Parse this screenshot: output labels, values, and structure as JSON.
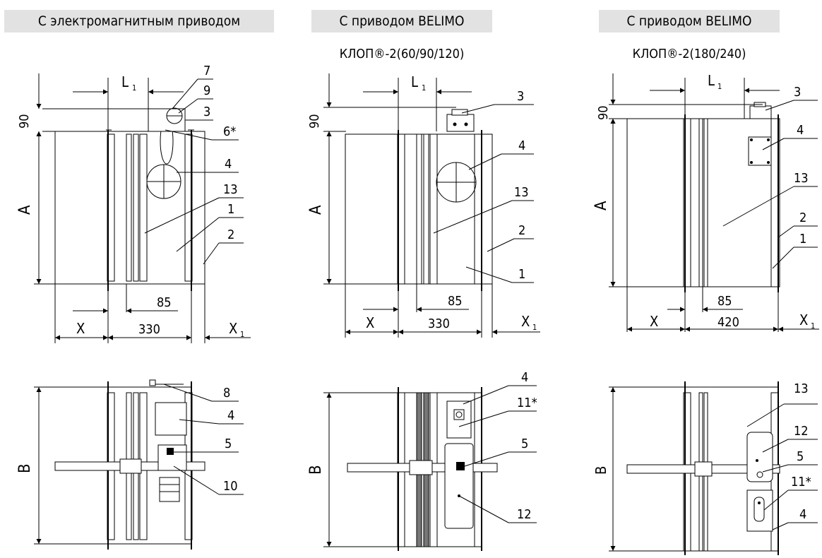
{
  "headers": {
    "electromagnetic": "С электромагнитным приводом",
    "belimo_small": "С приводом BELIMO",
    "belimo_large": "С приводом BELIMO"
  },
  "subtitles": {
    "belimo_small": "КЛОП®-2(60/90/120)",
    "belimo_large": "КЛОП®-2(180/240)"
  },
  "dims": {
    "top_offset": "90",
    "height": "A",
    "width_b": "B",
    "l1": "L",
    "l1_sub": "1",
    "x": "X",
    "x1": "X",
    "x1_sub": "1",
    "d85": "85",
    "d330": "330",
    "d420": "420"
  },
  "callouts": {
    "c1": "1",
    "c2": "2",
    "c3": "3",
    "c4": "4",
    "c5": "5",
    "c6": "6*",
    "c7": "7",
    "c8": "8",
    "c9": "9",
    "c10": "10",
    "c11": "11*",
    "c12": "12",
    "c13": "13"
  }
}
